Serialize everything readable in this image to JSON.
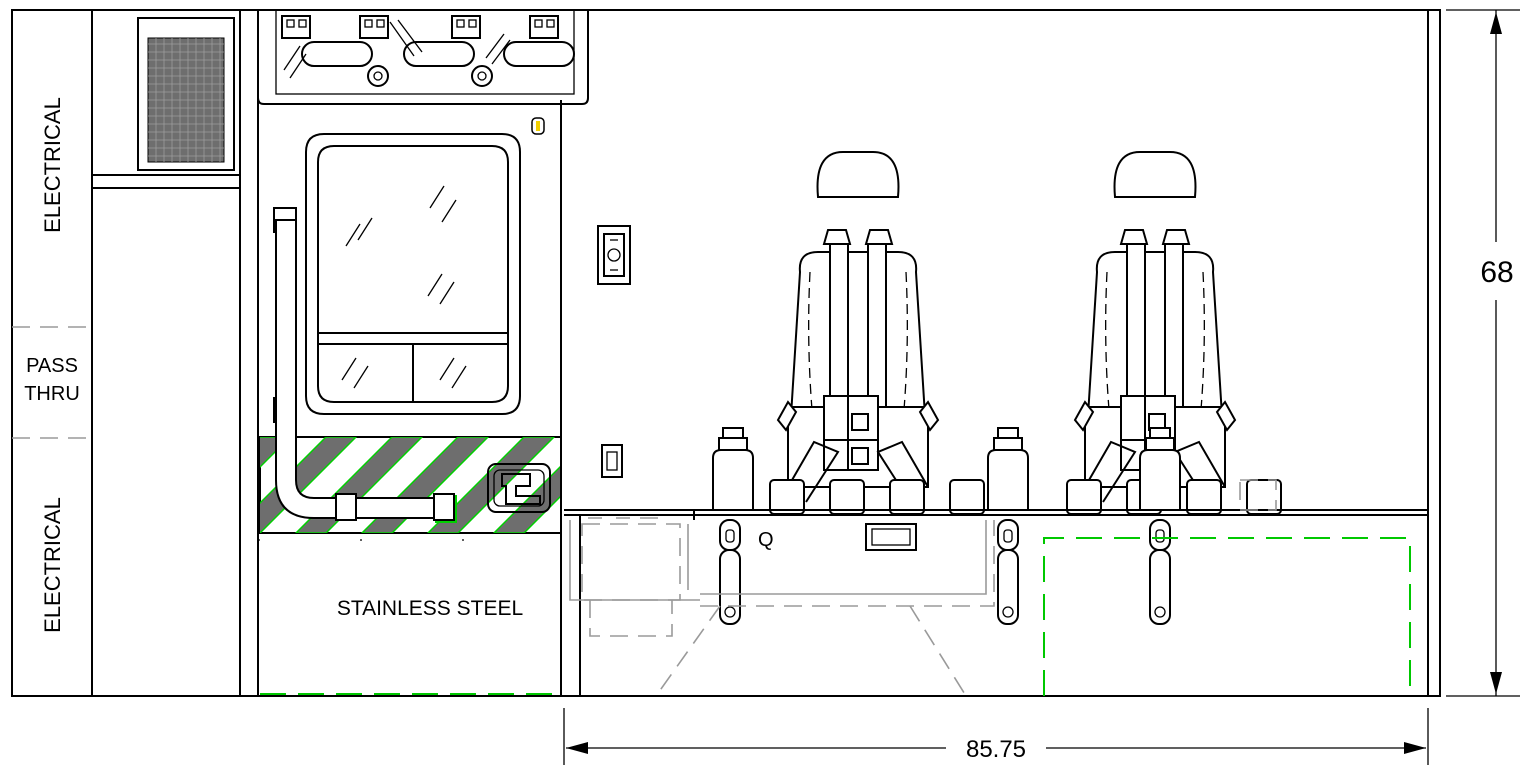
{
  "labels": {
    "electrical_upper": "ELECTRICAL",
    "pass_thru_line1": "PASS",
    "pass_thru_line2": "THRU",
    "electrical_lower": "ELECTRICAL",
    "stainless_steel": "STAINLESS STEEL",
    "seat_mount_marker": "Q"
  },
  "dimensions": {
    "height": "68",
    "width": "85.75"
  },
  "colors": {
    "line": "#000000",
    "hidden": "#9a9a9a",
    "highlight": "#00c800"
  }
}
